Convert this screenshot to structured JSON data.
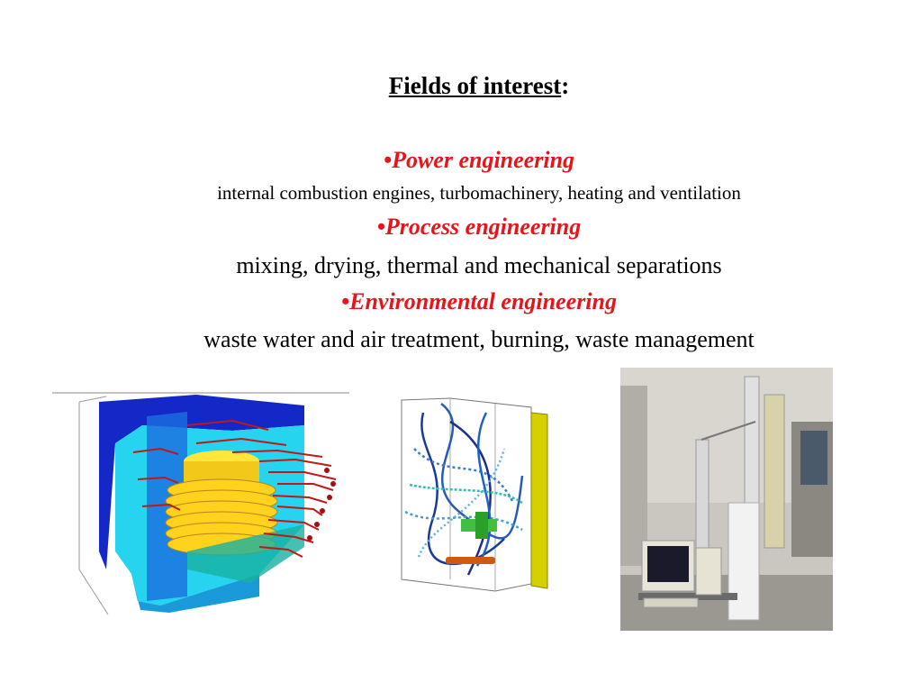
{
  "slide": {
    "title": "Fields of interest",
    "title_suffix": ":",
    "bullet_char": "•",
    "items": [
      {
        "heading": "Power engineering",
        "description": "internal combustion engines, turbomachinery, heating and ventilation"
      },
      {
        "heading": "Process engineering",
        "description": "mixing, drying, thermal and mechanical separations"
      },
      {
        "heading": "Environmental engineering",
        "description": "waste water and air treatment, burning, waste management"
      }
    ]
  },
  "colors": {
    "heading": "#e8141a",
    "text": "#000000",
    "background": "#ffffff"
  },
  "figures": [
    {
      "icon": "cfd-heat-exchanger-simulation"
    },
    {
      "icon": "cfd-streamline-mixing-vessel"
    },
    {
      "icon": "laboratory-apparatus-photo"
    }
  ]
}
